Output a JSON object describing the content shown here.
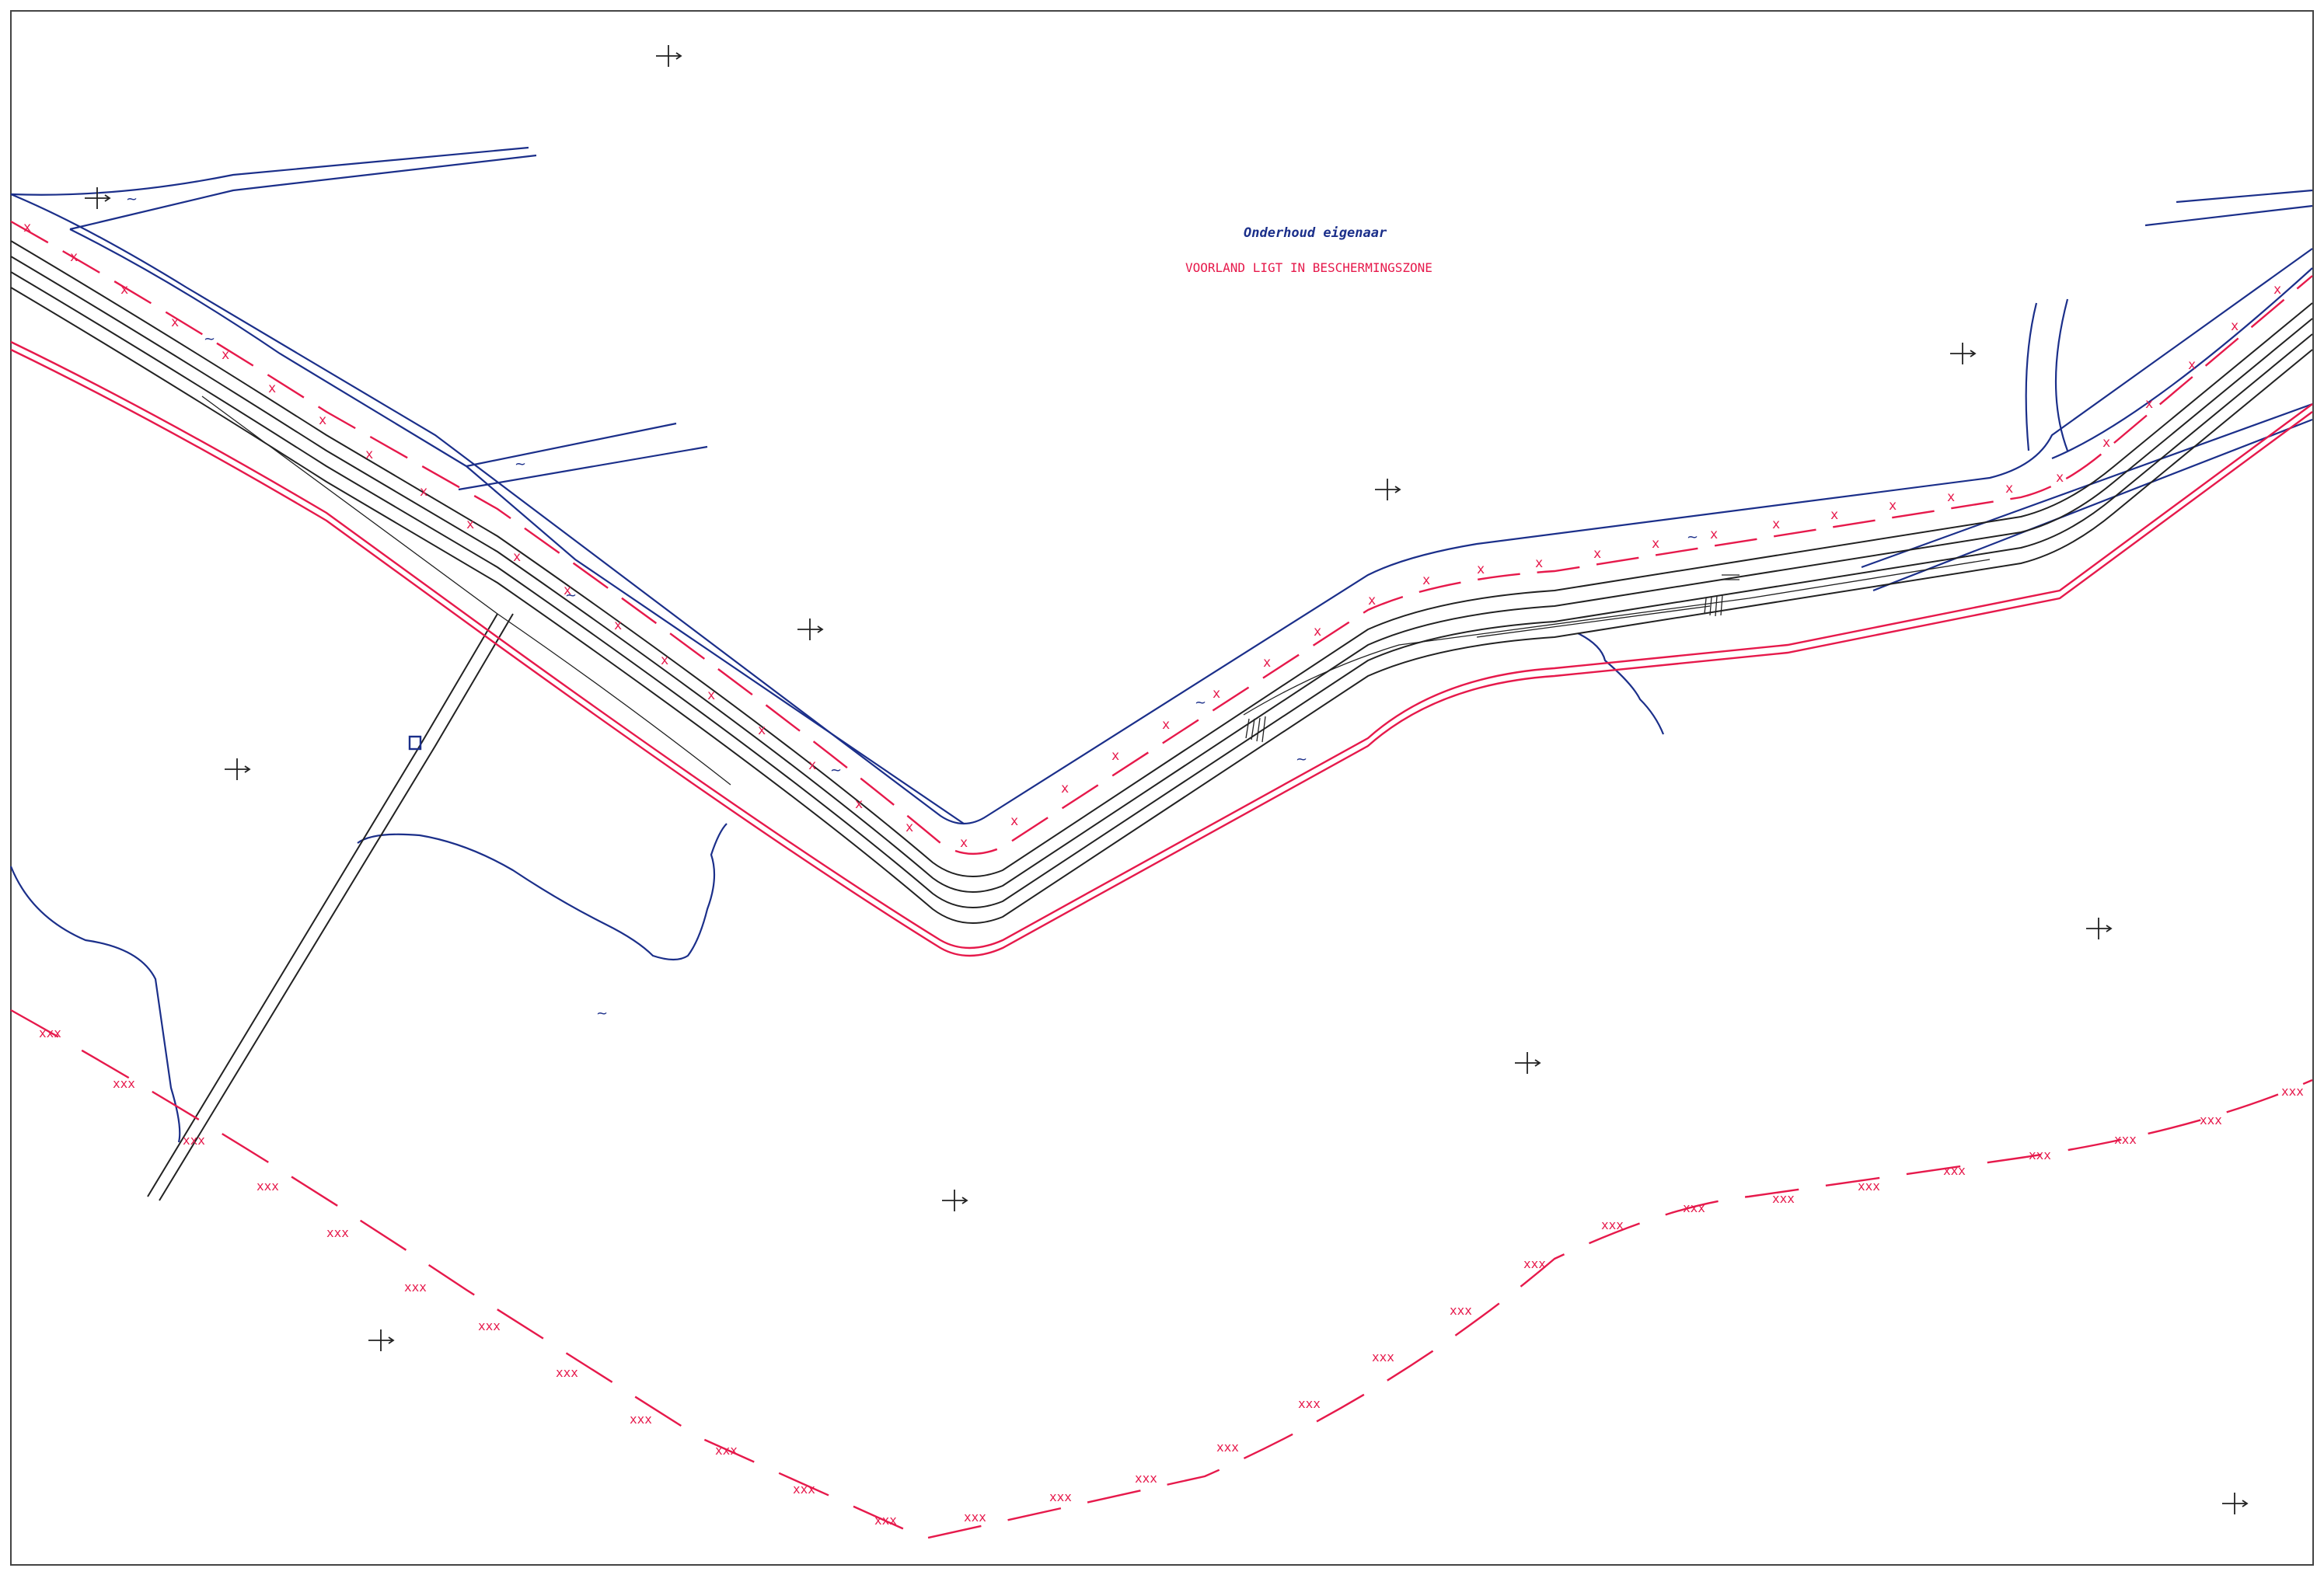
{
  "labels": {
    "owner": "Onderhoud eigenaar",
    "zone": "VOORLAND LIGT IN BESCHERMINGSZONE"
  },
  "symbols": {
    "water": "~",
    "x": "x",
    "xxx": "xxx"
  },
  "colors": {
    "blue": "#1b2f8a",
    "red": "#e6194b",
    "black": "#222222",
    "paper": "#ffffff"
  }
}
